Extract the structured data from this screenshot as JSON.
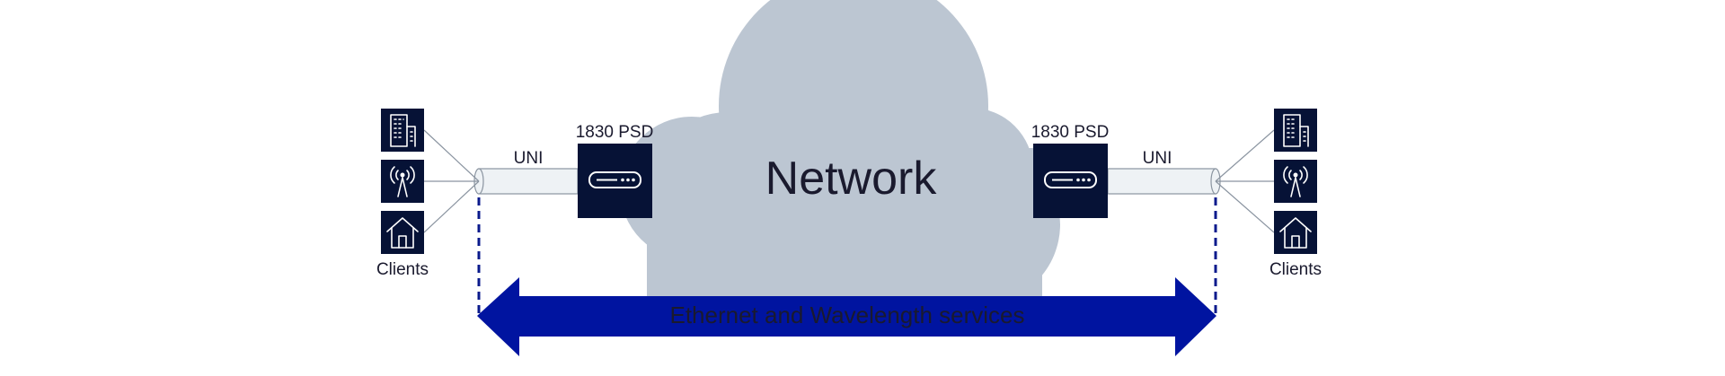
{
  "cloud": {
    "label": "Network",
    "color": "#bcc6d2"
  },
  "devices": {
    "left": {
      "label": "1830 PSD"
    },
    "right": {
      "label": "1830 PSD"
    }
  },
  "links": {
    "left": {
      "label": "UNI"
    },
    "right": {
      "label": "UNI"
    }
  },
  "clients": {
    "left": {
      "label": "Clients",
      "icons": [
        "building-icon",
        "antenna-icon",
        "house-icon"
      ]
    },
    "right": {
      "label": "Clients",
      "icons": [
        "building-icon",
        "antenna-icon",
        "house-icon"
      ]
    }
  },
  "service_arrow": {
    "label": "Ethernet and Wavelength services",
    "color": "#0014a0"
  },
  "colors": {
    "icon_bg": "#061236",
    "device_bg": "#061236",
    "pipe_fill": "#eef2f5",
    "pipe_stroke": "#8a94a0",
    "dash": "#0a1a8c"
  }
}
